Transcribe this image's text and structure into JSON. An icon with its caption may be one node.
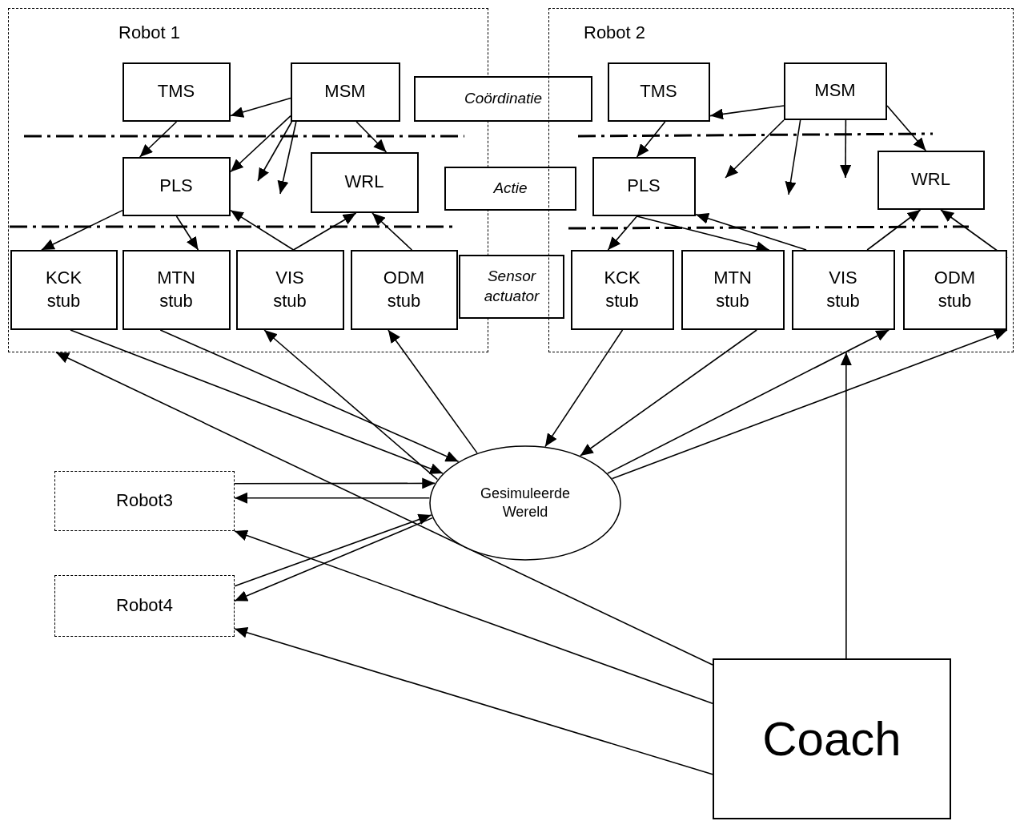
{
  "diagram": {
    "nodes": [
      {
        "text": [
          "Robot 1"
        ]
      },
      {
        "text": [
          "TMS"
        ],
        "in": 0
      },
      {
        "text": [
          "MSM"
        ],
        "in": 0
      },
      {
        "text": [
          "PLS"
        ],
        "in": 0
      },
      {
        "text": [
          "WRL"
        ],
        "in": 0
      },
      {
        "text": [
          "KCK stub"
        ],
        "in": 0
      },
      {
        "text": [
          "MTN stub"
        ],
        "in": 0
      },
      {
        "text": [
          "VIS stub"
        ],
        "in": 0
      },
      {
        "text": [
          "ODM stub"
        ],
        "in": 0
      },
      {
        "text": [
          "Coördinatie"
        ]
      },
      {
        "text": [
          "Actie"
        ]
      },
      {
        "text": [
          "Sensor actuator"
        ]
      },
      {
        "text": [
          "Robot 2"
        ]
      },
      {
        "text": [
          "TMS"
        ],
        "in": 12
      },
      {
        "text": [
          "MSM"
        ],
        "in": 12
      },
      {
        "text": [
          "PLS"
        ],
        "in": 12
      },
      {
        "text": [
          "WRL"
        ],
        "in": 12
      },
      {
        "text": [
          "KCK stub"
        ],
        "in": 12
      },
      {
        "text": [
          "MTN stub"
        ],
        "in": 12
      },
      {
        "text": [
          "VIS stub"
        ],
        "in": 12
      },
      {
        "text": [
          "ODM stub"
        ],
        "in": 12
      },
      {
        "text": [
          "Robot3"
        ]
      },
      {
        "text": [
          "Robot4"
        ]
      },
      {
        "text": [
          "Gesimuleerde Wereld"
        ]
      },
      {
        "text": [
          "Coach"
        ]
      }
    ],
    "edges": [
      {
        "from": 2,
        "to": 1,
        "arrow": "to"
      },
      {
        "from": 1,
        "to": 3,
        "arrow": "to"
      },
      {
        "from": 2,
        "to": 3,
        "arrow": "to"
      },
      {
        "from": 2,
        "to": null,
        "arrow": "to"
      },
      {
        "from": 2,
        "to": null,
        "arrow": "to"
      },
      {
        "from": 2,
        "to": 4,
        "arrow": "to"
      },
      {
        "from": 3,
        "to": 5,
        "arrow": "to"
      },
      {
        "from": 3,
        "to": 6,
        "arrow": "to"
      },
      {
        "from": 7,
        "to": 3,
        "arrow": "to"
      },
      {
        "from": 7,
        "to": 4,
        "arrow": "to"
      },
      {
        "from": 8,
        "to": 4,
        "arrow": "to"
      },
      {
        "from": 14,
        "to": 13,
        "arrow": "to"
      },
      {
        "from": 13,
        "to": 15,
        "arrow": "to"
      },
      {
        "from": 14,
        "to": 16,
        "arrow": "to"
      },
      {
        "from": 14,
        "to": null,
        "arrow": "to"
      },
      {
        "from": 14,
        "to": null,
        "arrow": "to"
      },
      {
        "from": 14,
        "to": null,
        "arrow": "to"
      },
      {
        "from": 15,
        "to": 17,
        "arrow": "to"
      },
      {
        "from": 15,
        "to": 18,
        "arrow": "to"
      },
      {
        "from": 19,
        "to": 15,
        "arrow": "to"
      },
      {
        "from": 19,
        "to": 16,
        "arrow": "to"
      },
      {
        "from": 20,
        "to": 16,
        "arrow": "to"
      },
      {
        "from": 5,
        "to": 23,
        "arrow": "to"
      },
      {
        "from": 6,
        "to": 23,
        "arrow": "to"
      },
      {
        "from": 23,
        "to": 7,
        "arrow": "to"
      },
      {
        "from": 23,
        "to": 8,
        "arrow": "to"
      },
      {
        "from": 24,
        "to": 0,
        "arrow": "to"
      },
      {
        "from": 21,
        "to": 23,
        "arrow": "to"
      },
      {
        "from": 23,
        "to": 21,
        "arrow": "to"
      },
      {
        "from": 24,
        "to": 21,
        "arrow": "to"
      },
      {
        "from": 22,
        "to": 23,
        "arrow": "to"
      },
      {
        "from": 23,
        "to": 22,
        "arrow": "to"
      },
      {
        "from": 24,
        "to": 22,
        "arrow": "to"
      },
      {
        "from": 17,
        "to": 23,
        "arrow": "to"
      },
      {
        "from": 18,
        "to": 23,
        "arrow": "to"
      },
      {
        "from": 23,
        "to": 19,
        "arrow": "to"
      },
      {
        "from": 23,
        "to": 20,
        "arrow": "to"
      },
      {
        "from": 24,
        "to": 12,
        "arrow": "to"
      }
    ]
  }
}
